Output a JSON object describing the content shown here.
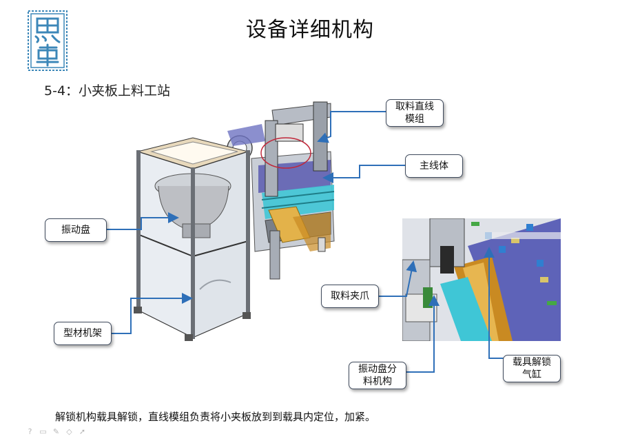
{
  "header": {
    "title": "设备详细机构",
    "logo_text": "思卓",
    "section_heading": "5-4：小夹板上料工站"
  },
  "callouts": {
    "pick_linear_module": [
      "取料直线",
      "模组"
    ],
    "main_line_body": "主线体",
    "vibration_plate": "振动盘",
    "profile_frame": "型材机架",
    "pick_gripper": "取料夹爪",
    "vibration_feeder": [
      "振动盘分",
      "料机构"
    ],
    "carrier_unlock_cylinder": [
      "载具解锁",
      "气缸"
    ]
  },
  "caption": "解锁机构载具解锁，直线模组负责将小夹板放到到载具内定位，加紧。",
  "colors": {
    "leader": "#2e6fb8",
    "logo": "#3c87b8",
    "rail": "#3fc6d6",
    "purple": "#5b5bb0",
    "gold": "#c98a22"
  },
  "toolbar_icons": [
    "question-icon",
    "slide-icon",
    "pen-icon",
    "eraser-icon",
    "pointer-icon"
  ]
}
